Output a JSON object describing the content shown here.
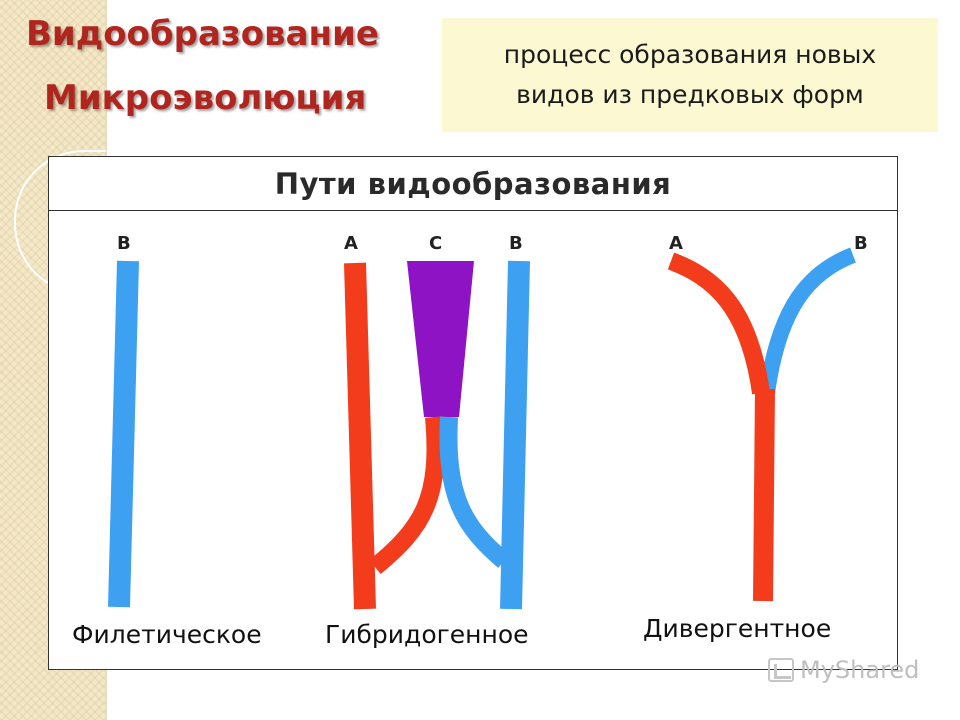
{
  "titles": {
    "line1": "Видообразование",
    "line2": "Микроэволюция"
  },
  "definition": {
    "text_line1": "процесс образования новых",
    "text_line2": "видов из предковых форм"
  },
  "panel": {
    "title": "Пути видообразования"
  },
  "diagrams": {
    "phyletic": {
      "label": "Филетическое",
      "top_letters": [
        "В"
      ]
    },
    "hybridogenic": {
      "label": "Гибридогенное",
      "top_letters": [
        "А",
        "С",
        "В"
      ]
    },
    "divergent": {
      "label": "Дивергентное",
      "top_letters": [
        "А",
        "В"
      ]
    }
  },
  "colors": {
    "title": "#b0261e",
    "red_branch": "#f23c1c",
    "blue_branch": "#3ea0f0",
    "purple_hybrid": "#8e13c4",
    "definition_bg": "#fbf8d2"
  },
  "watermark": {
    "text": "MyShared"
  }
}
